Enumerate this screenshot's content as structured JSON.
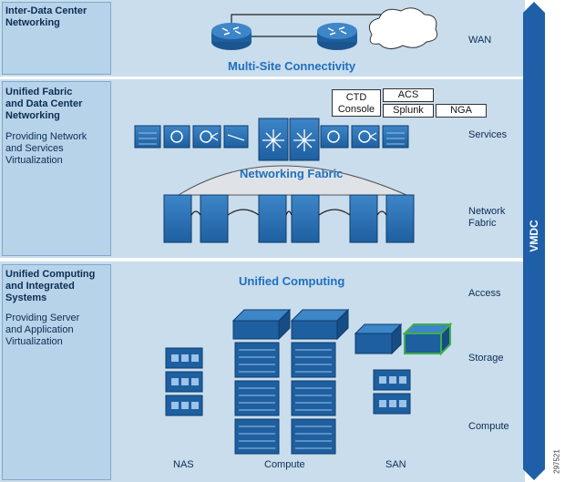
{
  "sections": {
    "wan": {
      "title": "Inter-Data Center\nNetworking",
      "center_label": "Multi-Site Connectivity",
      "right_labels": [
        "WAN"
      ]
    },
    "fabric": {
      "title": "Unified Fabric\nand Data Center\nNetworking",
      "subtitle": "Providing Network\nand Services\nVirtualization",
      "center_label": "Networking Fabric",
      "right_labels": [
        "Services",
        "Network\nFabric"
      ],
      "tools": [
        "CTD\nConsole",
        "ACS",
        "Splunk",
        "NGA"
      ]
    },
    "computing": {
      "title": "Unified Computing\nand Integrated\nSystems",
      "subtitle": "Providing Server\nand Application\nVirtualization",
      "center_label": "Unified Computing",
      "right_labels": [
        "Access",
        "Storage",
        "Compute"
      ],
      "bottom_labels": [
        "NAS",
        "Compute",
        "SAN"
      ]
    }
  },
  "side_arrow_label": "VMDC",
  "figure_number": "297521",
  "colors": {
    "band": "#c9dded",
    "sidebox": "#b7d3ea",
    "device": "#1e5fa0",
    "arrow": "#1f5fa8",
    "title_blue": "#1f6fbf",
    "highlight_green": "#3fae49"
  },
  "icons": [
    "router-icon",
    "cloud-icon",
    "firewall-icon",
    "load-balancer-icon",
    "switch-icon",
    "server-chassis-icon",
    "storage-array-icon",
    "fabric-interconnect-icon"
  ]
}
